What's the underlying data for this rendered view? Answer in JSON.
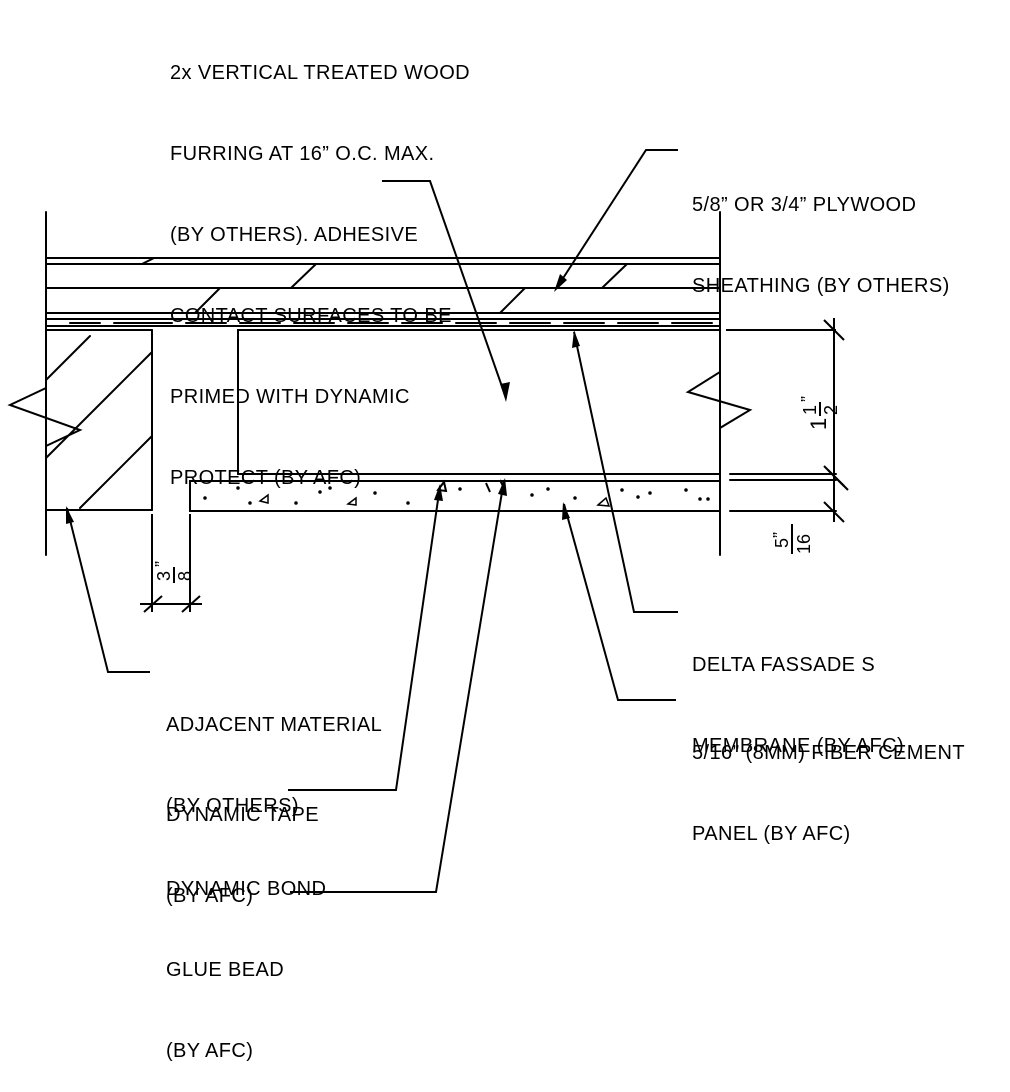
{
  "callouts": {
    "furring": [
      "2x VERTICAL TREATED WOOD",
      "FURRING AT 16” O.C. MAX.",
      "(BY OTHERS). ADHESIVE",
      "CONTACT SURFACES TO BE",
      "PRIMED WITH DYNAMIC",
      "PROTECT (BY AFC)"
    ],
    "plywood": [
      "5/8” OR 3/4” PLYWOOD",
      "SHEATHING (BY OTHERS)"
    ],
    "membrane": [
      "DELTA FASSADE S",
      "MEMBRANE (BY AFC)"
    ],
    "panel": [
      "5/16” (8MM) FIBER CEMENT",
      "PANEL (BY AFC)"
    ],
    "adjacent": [
      "ADJACENT MATERIAL",
      "(BY OTHERS)"
    ],
    "tape": [
      "DYNAMIC TAPE",
      "(BY AFC)"
    ],
    "glue": [
      "DYNAMIC BOND",
      "GLUE BEAD",
      "(BY AFC)"
    ]
  },
  "dimensions": {
    "furring_depth": {
      "whole": "1",
      "num": "1",
      "den": "2",
      "mark": "”"
    },
    "panel_thickness": {
      "num": "5",
      "den": "16",
      "mark": "”"
    },
    "joint_gap": {
      "num": "3",
      "den": "8",
      "mark": "”"
    }
  }
}
